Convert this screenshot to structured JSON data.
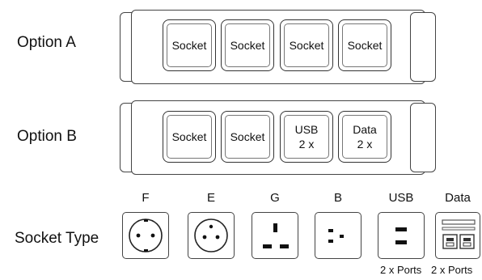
{
  "option_a": {
    "label": "Option A",
    "modules": [
      {
        "line1": "Socket",
        "line2": ""
      },
      {
        "line1": "Socket",
        "line2": ""
      },
      {
        "line1": "Socket",
        "line2": ""
      },
      {
        "line1": "Socket",
        "line2": ""
      }
    ]
  },
  "option_b": {
    "label": "Option B",
    "modules": [
      {
        "line1": "Socket",
        "line2": ""
      },
      {
        "line1": "Socket",
        "line2": ""
      },
      {
        "line1": "USB",
        "line2": "2 x"
      },
      {
        "line1": "Data",
        "line2": "2 x"
      }
    ]
  },
  "socket_types": {
    "label": "Socket Type",
    "items": [
      {
        "name": "F",
        "icon": "socket-type-f-icon",
        "note": ""
      },
      {
        "name": "E",
        "icon": "socket-type-e-icon",
        "note": ""
      },
      {
        "name": "G",
        "icon": "socket-type-g-icon",
        "note": ""
      },
      {
        "name": "B",
        "icon": "socket-type-b-icon",
        "note": ""
      },
      {
        "name": "USB",
        "icon": "usb-port-icon",
        "note": "2 x Ports"
      },
      {
        "name": "Data",
        "icon": "data-port-icon",
        "note": "2 x Ports"
      }
    ]
  }
}
